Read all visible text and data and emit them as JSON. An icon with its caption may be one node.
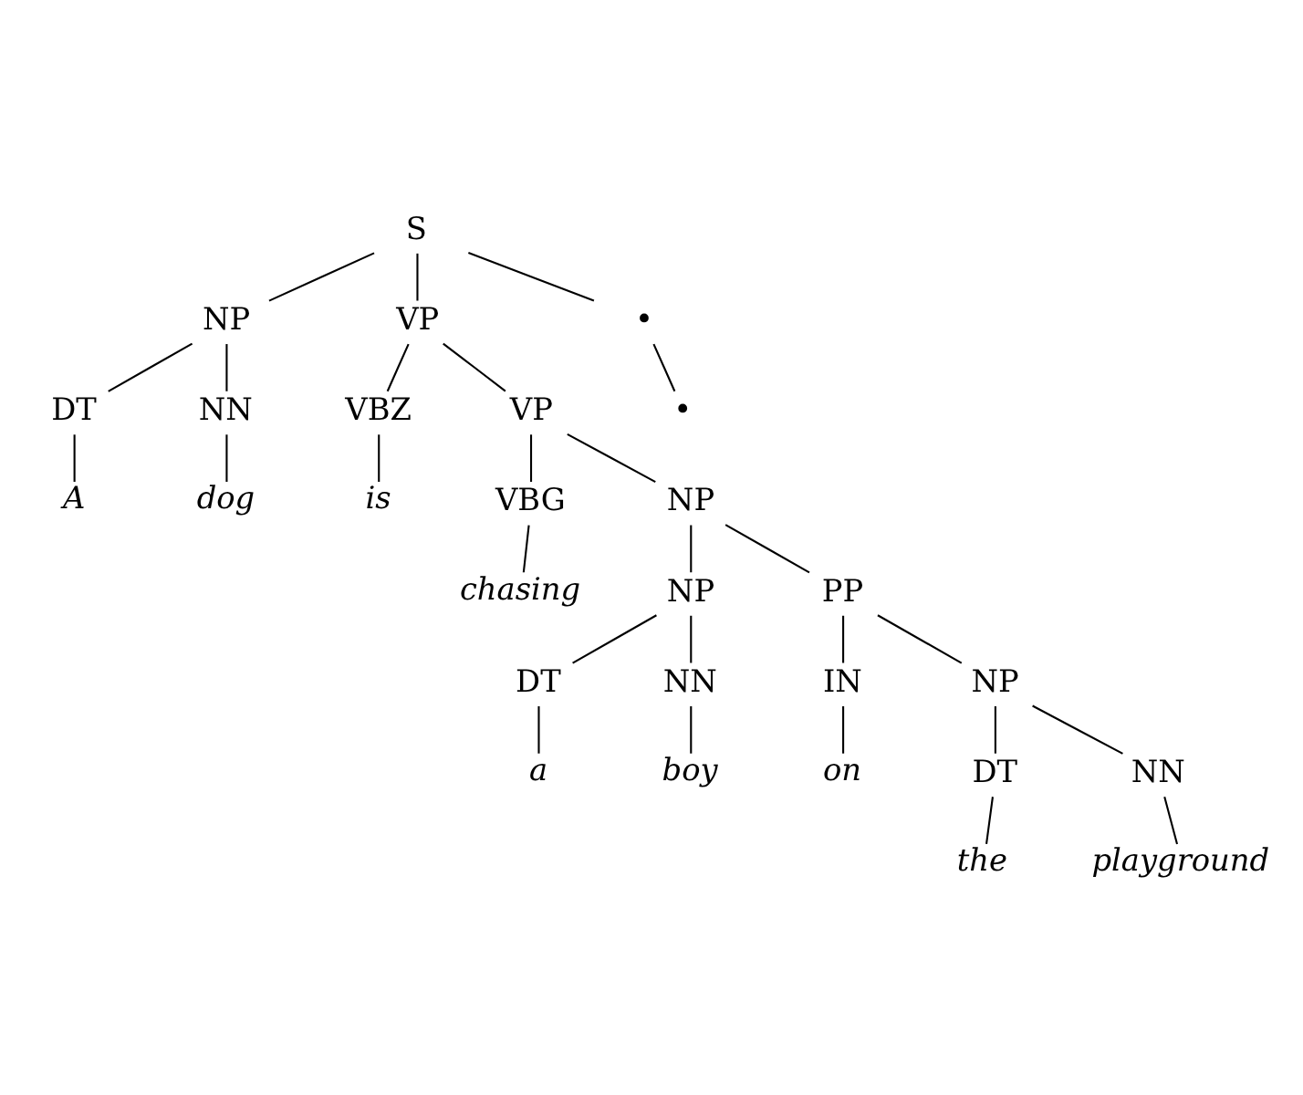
{
  "diagram": {
    "nodes": [
      {
        "text": [
          "S"
        ]
      },
      {
        "text": [
          "NP"
        ]
      },
      {
        "text": [
          "VP"
        ]
      },
      {
        "text": [
          "•"
        ]
      },
      {
        "text": [
          "DT"
        ]
      },
      {
        "text": [
          "NN"
        ]
      },
      {
        "text": [
          "VBZ"
        ]
      },
      {
        "text": [
          "VP"
        ]
      },
      {
        "text": [
          "•"
        ]
      },
      {
        "text": [
          "A"
        ]
      },
      {
        "text": [
          "dog"
        ]
      },
      {
        "text": [
          "is"
        ]
      },
      {
        "text": [
          "VBG"
        ]
      },
      {
        "text": [
          "NP"
        ]
      },
      {
        "text": [
          "chasing"
        ]
      },
      {
        "text": [
          "NP"
        ]
      },
      {
        "text": [
          "PP"
        ]
      },
      {
        "text": [
          "DT"
        ]
      },
      {
        "text": [
          "NN"
        ]
      },
      {
        "text": [
          "IN"
        ]
      },
      {
        "text": [
          "NP"
        ]
      },
      {
        "text": [
          "a"
        ]
      },
      {
        "text": [
          "boy"
        ]
      },
      {
        "text": [
          "on"
        ]
      },
      {
        "text": [
          "DT"
        ]
      },
      {
        "text": [
          "NN"
        ]
      },
      {
        "text": [
          "the"
        ]
      },
      {
        "text": [
          "playground"
        ]
      }
    ],
    "edges": [
      {
        "from": 0,
        "to": 1,
        "arrow": "none"
      },
      {
        "from": 0,
        "to": 2,
        "arrow": "none"
      },
      {
        "from": 0,
        "to": 3,
        "arrow": "none"
      },
      {
        "from": 1,
        "to": 4,
        "arrow": "none"
      },
      {
        "from": 1,
        "to": 5,
        "arrow": "none"
      },
      {
        "from": 2,
        "to": 6,
        "arrow": "none"
      },
      {
        "from": 2,
        "to": 7,
        "arrow": "none"
      },
      {
        "from": 3,
        "to": 8,
        "arrow": "none"
      },
      {
        "from": 4,
        "to": 9,
        "arrow": "none"
      },
      {
        "from": 5,
        "to": 10,
        "arrow": "none"
      },
      {
        "from": 6,
        "to": 11,
        "arrow": "none"
      },
      {
        "from": 7,
        "to": 12,
        "arrow": "none"
      },
      {
        "from": 7,
        "to": 13,
        "arrow": "none"
      },
      {
        "from": 12,
        "to": 14,
        "arrow": "none"
      },
      {
        "from": 13,
        "to": 15,
        "arrow": "none"
      },
      {
        "from": 13,
        "to": 16,
        "arrow": "none"
      },
      {
        "from": 15,
        "to": 17,
        "arrow": "none"
      },
      {
        "from": 15,
        "to": 18,
        "arrow": "none"
      },
      {
        "from": 16,
        "to": 19,
        "arrow": "none"
      },
      {
        "from": 16,
        "to": 20,
        "arrow": "none"
      },
      {
        "from": 17,
        "to": 21,
        "arrow": "none"
      },
      {
        "from": 18,
        "to": 22,
        "arrow": "none"
      },
      {
        "from": 19,
        "to": 23,
        "arrow": "none"
      },
      {
        "from": 20,
        "to": 24,
        "arrow": "none"
      },
      {
        "from": 20,
        "to": 25,
        "arrow": "none"
      },
      {
        "from": 24,
        "to": 26,
        "arrow": "none"
      },
      {
        "from": 25,
        "to": 27,
        "arrow": "none"
      }
    ]
  }
}
